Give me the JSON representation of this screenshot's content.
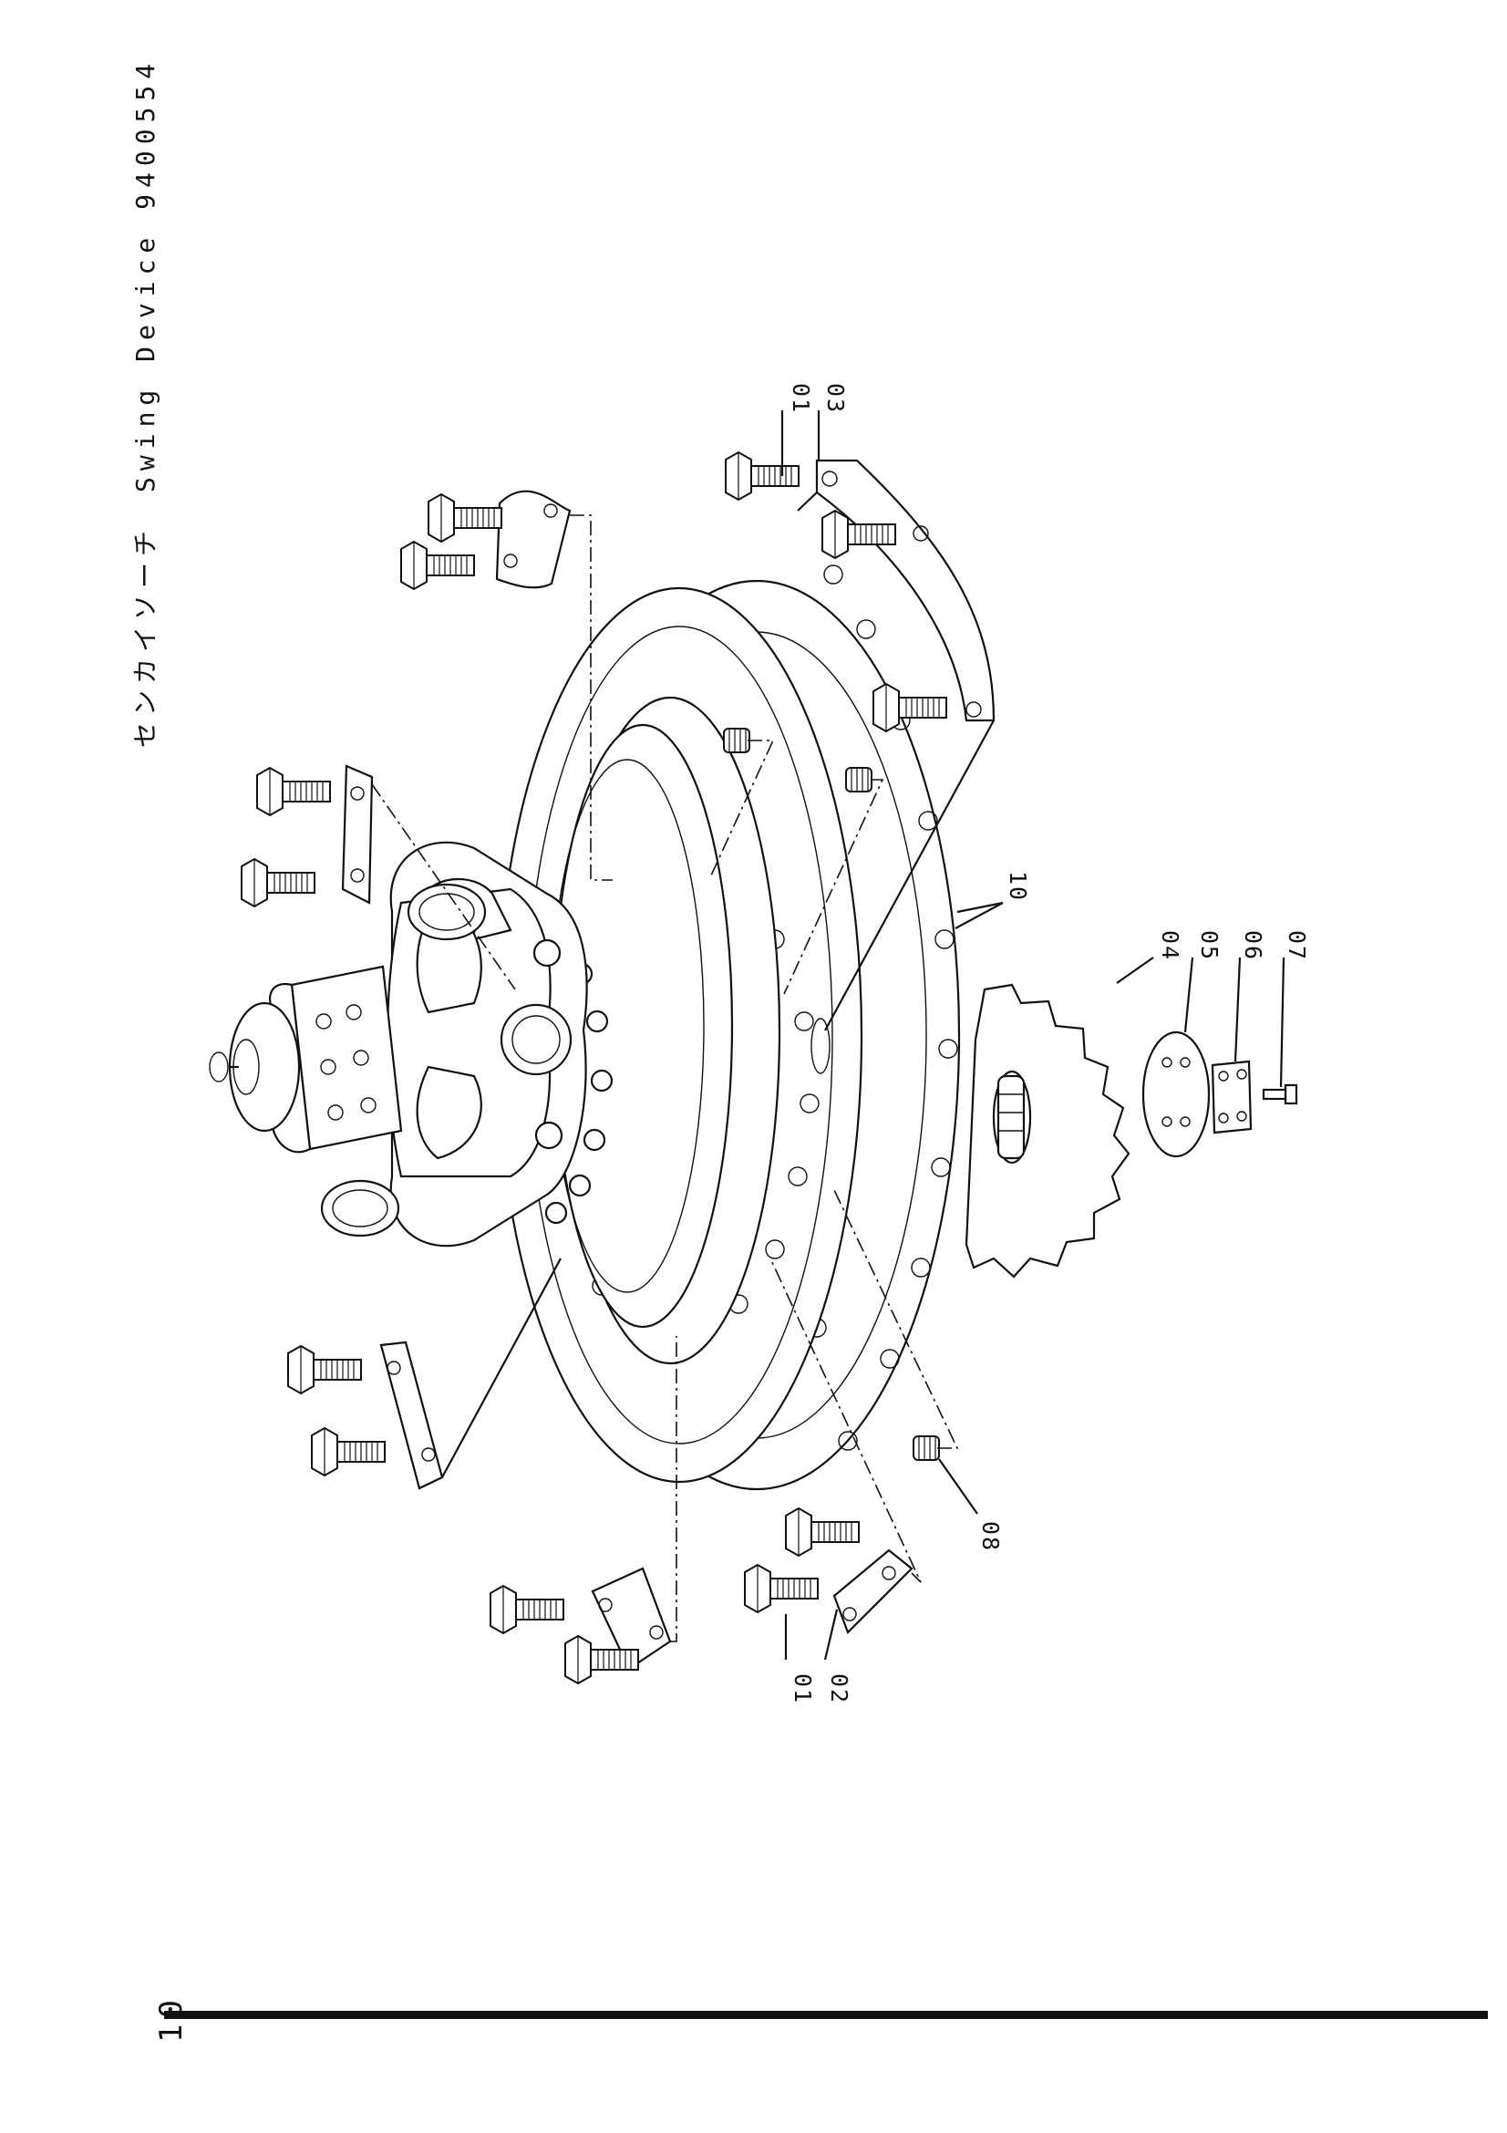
{
  "header": {
    "title": "センカイソーチ　Swing Device 9400554"
  },
  "footer": {
    "page_number": "10"
  },
  "callouts": {
    "c01_top": "01",
    "c03": "03",
    "c10": "10",
    "c04": "04",
    "c05": "05",
    "c06": "06",
    "c07": "07",
    "c08": "08",
    "c01_bottom": "01",
    "c02": "02"
  }
}
